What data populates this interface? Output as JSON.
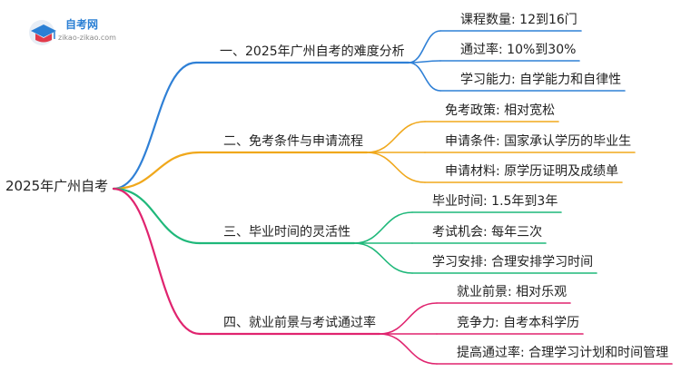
{
  "logo": {
    "title": "自考网",
    "url": "zikao-zikao.com"
  },
  "root": {
    "label": "2025年广州自考"
  },
  "branches": [
    {
      "label": "一、2025年广州自考的难度分析",
      "color": "#2f80d6",
      "leaves": [
        "课程数量: 12到16门",
        "通过率: 10%到30%",
        "学习能力: 自学能力和自律性"
      ]
    },
    {
      "label": "二、免考条件与申请流程",
      "color": "#f0a81c",
      "leaves": [
        "免考政策: 相对宽松",
        "申请条件: 国家承认学历的毕业生",
        "申请材料: 原学历证明及成绩单"
      ]
    },
    {
      "label": "三、毕业时间的灵活性",
      "color": "#1fb87a",
      "leaves": [
        "毕业时间: 1.5年到3年",
        "考试机会: 每年三次",
        "学习安排: 合理安排学习时间"
      ]
    },
    {
      "label": "四、就业前景与考试通过率",
      "color": "#e0246f",
      "leaves": [
        "就业前景: 相对乐观",
        "竞争力: 自考本科学历",
        "提高通过率: 合理学习计划和时间管理"
      ]
    }
  ]
}
